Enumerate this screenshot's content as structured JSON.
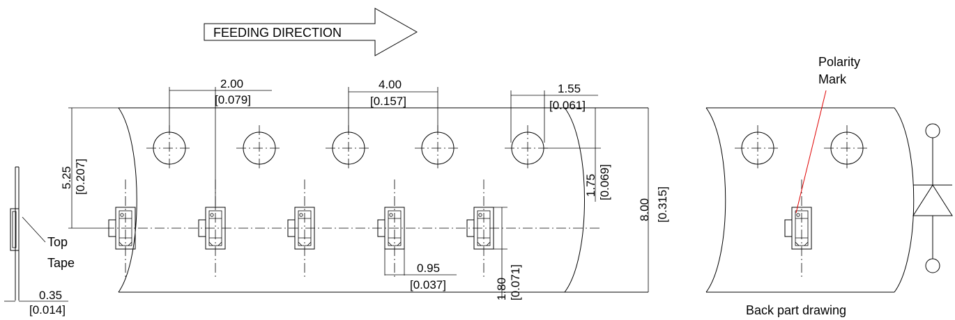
{
  "feeding_direction": "FEEDING DIRECTION",
  "dimensions": {
    "hole_to_cavity": {
      "mm": "2.00",
      "inch": "[0.079]"
    },
    "sprocket_pitch": {
      "mm": "4.00",
      "inch": "[0.157]"
    },
    "hole_diameter": {
      "mm": "1.55",
      "inch": "[0.061]"
    },
    "hole_row_offset": {
      "mm": "1.75",
      "inch": "[0.069]"
    },
    "hole_to_cavity_center": {
      "mm": "5.25",
      "inch": "[0.207]"
    },
    "tape_width": {
      "mm": "8.00",
      "inch": "[0.315]"
    },
    "cavity_width": {
      "mm": "0.95",
      "inch": "[0.037]"
    },
    "cavity_length": {
      "mm": "1.80",
      "inch": "[0.071]"
    },
    "tape_thickness": {
      "mm": "0.35",
      "inch": "[0.014]"
    }
  },
  "labels": {
    "top_tape_line1": "Top",
    "top_tape_line2": "Tape",
    "polarity_line1": "Polarity",
    "polarity_line2": "Mark",
    "back_part_drawing": "Back part drawing"
  },
  "colors": {
    "ink": "#000000",
    "polarity_leader": "#e00000"
  }
}
